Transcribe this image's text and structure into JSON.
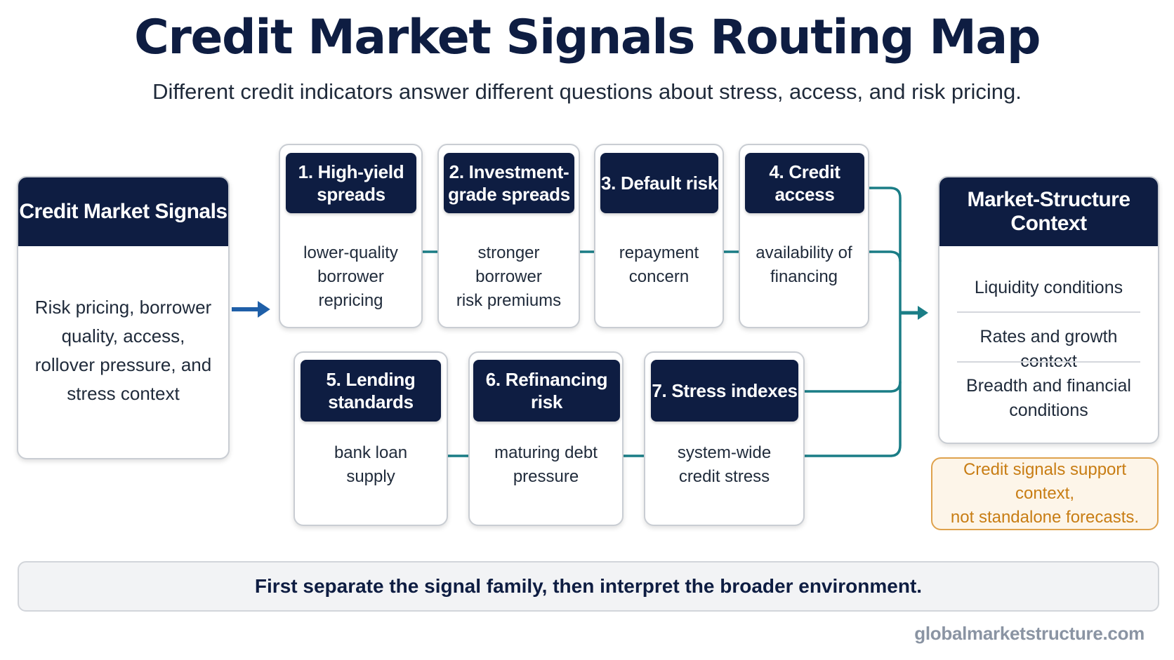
{
  "title": "Credit Market Signals Routing Map",
  "subtitle": "Different credit indicators answer different questions about stress, access, and risk pricing.",
  "source_panel": {
    "title": "Credit Market Signals",
    "lines": [
      "Risk pricing, borrower",
      "quality, access,",
      "rollover pressure, and",
      "stress context"
    ]
  },
  "signals": [
    {
      "label": [
        "1. High-yield",
        "spreads"
      ],
      "desc": [
        "lower-quality",
        "borrower repricing"
      ]
    },
    {
      "label": [
        "2. Investment-",
        "grade spreads"
      ],
      "desc": [
        "stronger borrower",
        "risk premiums"
      ]
    },
    {
      "label": [
        "3. Default risk"
      ],
      "desc": [
        "repayment",
        "concern"
      ]
    },
    {
      "label": [
        "4. Credit access"
      ],
      "desc": [
        "availability of",
        "financing"
      ]
    },
    {
      "label": [
        "5. Lending",
        "standards"
      ],
      "desc": [
        "bank loan",
        "supply"
      ]
    },
    {
      "label": [
        "6. Refinancing risk"
      ],
      "desc": [
        "maturing debt",
        "pressure"
      ]
    },
    {
      "label": [
        "7. Stress indexes"
      ],
      "desc": [
        "system-wide",
        "credit stress"
      ]
    }
  ],
  "context_panel": {
    "title": "Market-Structure Context",
    "items": [
      {
        "lines": [
          "Liquidity conditions"
        ]
      },
      {
        "lines": [
          "Rates and growth context"
        ]
      },
      {
        "lines": [
          "Breadth and financial",
          "conditions"
        ]
      }
    ]
  },
  "note": [
    "Credit signals support context,",
    "not standalone forecasts."
  ],
  "footer": "First separate the signal family, then interpret the broader environment.",
  "website": "globalmarketstructure.com",
  "colors": {
    "navy": "#0e1d42",
    "connector_teal": "#1a7d86",
    "entry_arrow_blue": "#1f5fa8",
    "note_orange": "#c87d14"
  }
}
